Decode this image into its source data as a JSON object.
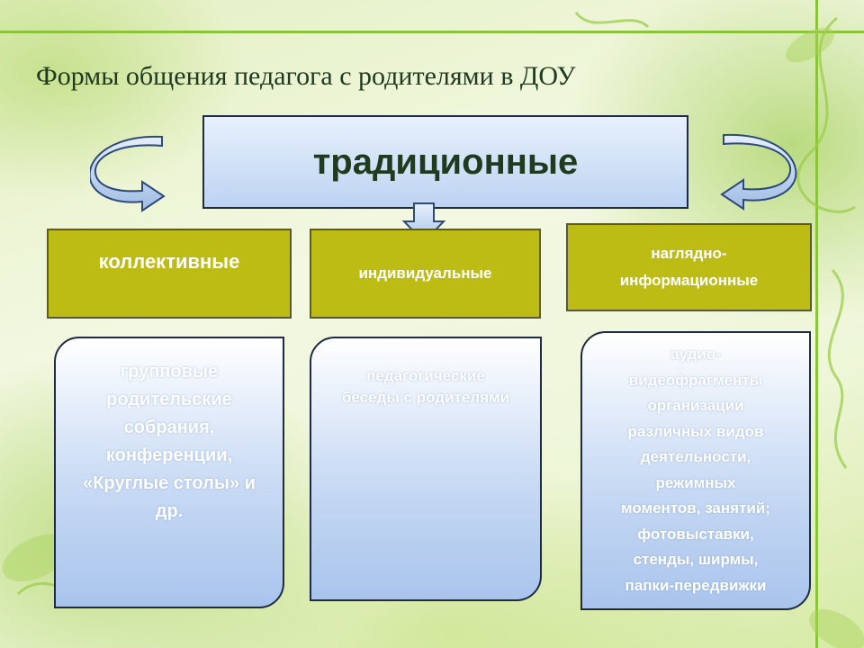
{
  "title": "Формы общения педагога с родителями в ДОУ",
  "main": {
    "label": "традиционные"
  },
  "categories": [
    {
      "label": "коллективные"
    },
    {
      "label": "индивидуальные"
    },
    {
      "label": "наглядно-информационные",
      "lines": [
        "наглядно-",
        "информационные"
      ]
    }
  ],
  "cards": [
    {
      "lines": [
        "групповые",
        "родительские",
        "собрания,",
        "конференции,",
        "«Круглые столы» и",
        "др."
      ]
    },
    {
      "lines": [
        "педагогические",
        "беседы с родителями"
      ]
    },
    {
      "lines": [
        "аудио-",
        "видеофрагменты",
        "организации",
        "различных видов",
        "деятельности,",
        "режимных",
        "моментов, занятий;",
        "фотовыставки,",
        "стенды, ширмы,",
        "папки-передвижки"
      ]
    }
  ],
  "icons": [
    "curved-arrow-left-icon",
    "curved-arrow-right-icon",
    "down-arrow-icon"
  ],
  "colors": {
    "category_fill": "#bdbc14",
    "main_fill": "#bcd3f2",
    "frame": "#8bc43a",
    "title": "#1f3a20"
  }
}
